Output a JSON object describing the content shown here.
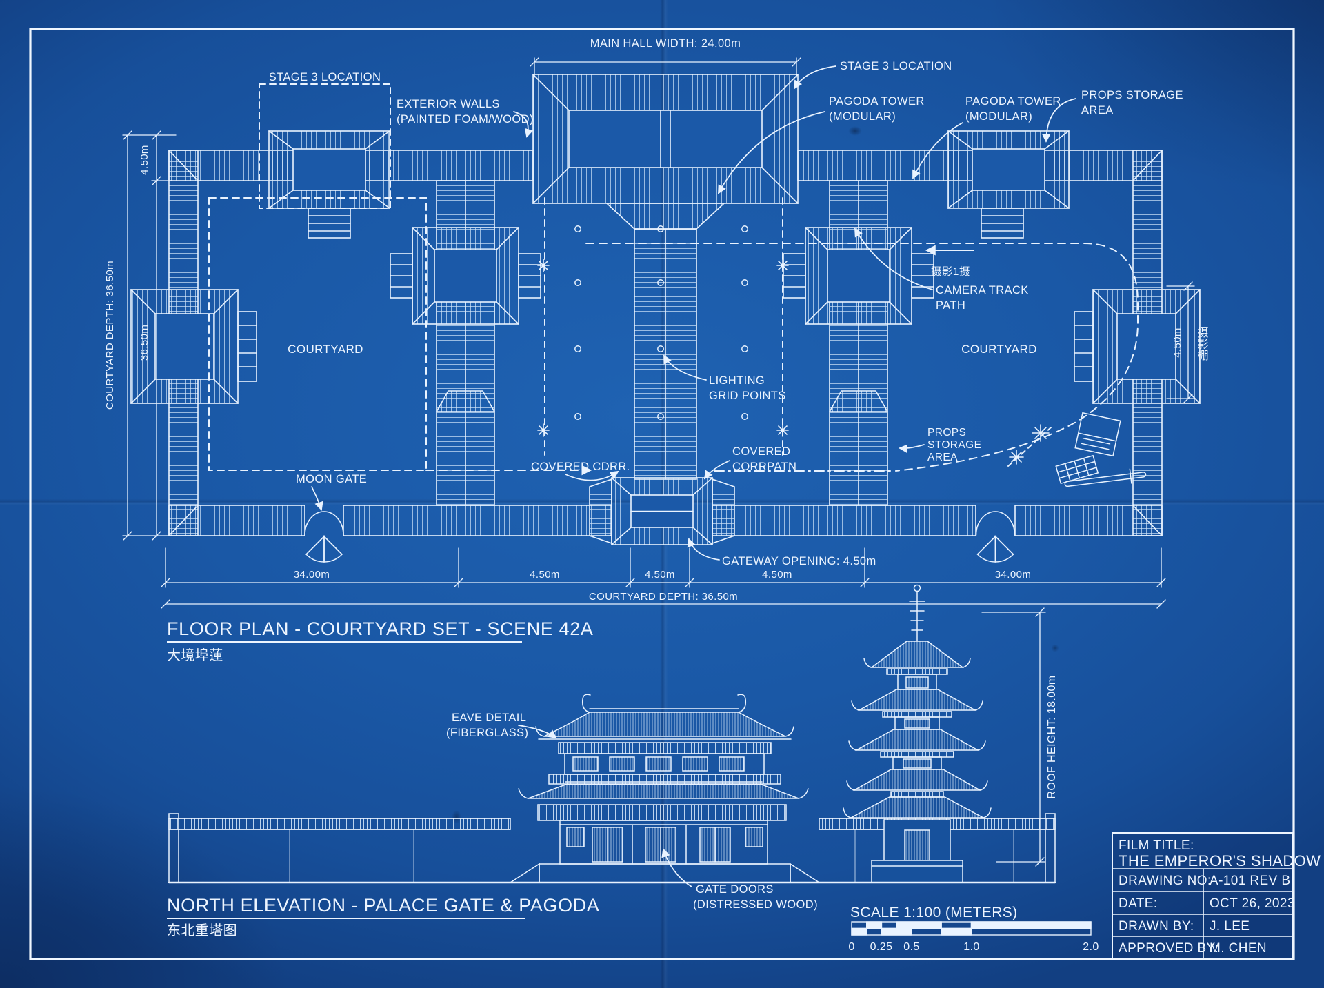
{
  "floor_plan": {
    "title": "FLOOR PLAN - COURTYARD SET - SCENE 42A",
    "subtitle_cjk": "大境埠蓮",
    "labels": {
      "stage3_left": "STAGE 3 LOCATION",
      "stage3_right": "STAGE 3 LOCATION",
      "main_hall_width": "MAIN HALL WIDTH: 24.00m",
      "exterior_walls_1": "EXTERIOR WALLS",
      "exterior_walls_2": "(PAINTED FOAM/WOOD)",
      "pagoda_tower_1a": "PAGODA TOWER",
      "pagoda_tower_1b": "(MODULAR)",
      "pagoda_tower_2a": "PAGODA TOWER",
      "pagoda_tower_2b": "(MODULAR)",
      "props_storage_top_1": "PROPS STORAGE",
      "props_storage_top_2": "AREA",
      "camera_track_1": "CAMERA TRACK",
      "camera_track_2": "PATH",
      "camera_cjk": "摄影1摄",
      "courtyard_left": "COURTYARD",
      "courtyard_right": "COURTYARD",
      "lighting_1": "LIGHTING",
      "lighting_2": "GRID POINTS",
      "covered_corr": "COVERED CDRR.",
      "covered_corrpatn_1": "COVERED",
      "covered_corrpatn_2": "CORRPATN",
      "moon_gate": "MOON GATE",
      "props_storage_mid_1": "PROPS",
      "props_storage_mid_2": "STORAGE",
      "props_storage_mid_3": "AREA",
      "gateway_opening": "GATEWAY OPENING: 4.50m",
      "corridor_cjk_vertical": "摄影棚"
    },
    "dimensions": {
      "left_outer": "COURTYARD DEPTH: 36.50m",
      "left_top": "4.50m",
      "left_main": "36.50m",
      "right_side": "4.50m",
      "bottom": [
        "34.00m",
        "4.50m",
        "4.50m",
        "4.50m",
        "34.00m"
      ],
      "bottom_overall": "COURTYARD DEPTH: 36.50m"
    }
  },
  "elevation": {
    "title": "NORTH ELEVATION - PALACE GATE & PAGODA",
    "subtitle_cjk": "东北重塔图",
    "labels": {
      "eave_1": "EAVE DETAIL",
      "eave_2": "(FIBERGLASS)",
      "gate_doors_1": "GATE DOORS",
      "gate_doors_2": "(DISTRESSED WOOD)",
      "roof_height": "ROOF HEIGHT: 18.00m"
    }
  },
  "scale_bar": {
    "title": "SCALE 1:100 (METERS)",
    "ticks": [
      "0",
      "0.25",
      "0.5",
      "1.0",
      "2.0"
    ]
  },
  "title_block": {
    "film_title_label": "FILM TITLE:",
    "film_title": "THE EMPEROR'S SHADOW",
    "rows": [
      {
        "label": "DRAWING NO:",
        "value": "A-101 REV B"
      },
      {
        "label": "DATE:",
        "value": "OCT 26, 2023"
      },
      {
        "label": "DRAWN BY:",
        "value": "J. LEE"
      },
      {
        "label": "APPROVED BY:",
        "value": "M. CHEN"
      }
    ]
  },
  "colors": {
    "paper": "#1a58a6",
    "line": "#e9f3ff"
  }
}
